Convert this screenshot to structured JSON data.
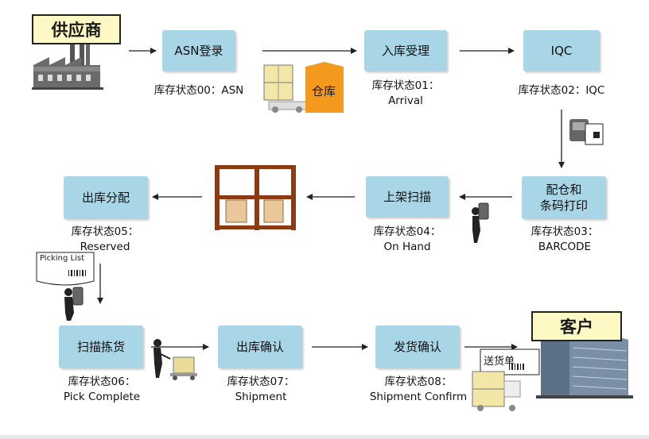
{
  "supplier": "供应商",
  "customer": "客户",
  "warehouse_label": "仓库",
  "picking_list": "Picking List",
  "delivery_note": "送货单",
  "steps": {
    "asn": {
      "label": "ASN登录",
      "status": "库存状态00：ASN"
    },
    "receipt": {
      "label": "入库受理",
      "status_1": "库存状态01：",
      "status_2": "Arrival"
    },
    "iqc": {
      "label": "IQC",
      "status": "库存状态02：IQC"
    },
    "barcode": {
      "label_1": "配仓和",
      "label_2": "条码打印",
      "status_1": "库存状态03：",
      "status_2": "BARCODE"
    },
    "putaway": {
      "label": "上架扫描",
      "status_1": "库存状态04：",
      "status_2": "On Hand"
    },
    "allocate": {
      "label": "出库分配",
      "status_1": "库存状态05：",
      "status_2": "Reserved"
    },
    "pick": {
      "label": "扫描拣货",
      "status_1": "库存状态06：",
      "status_2": "Pick Complete"
    },
    "outbound": {
      "label": "出库确认",
      "status_1": "库存状态07：",
      "status_2": "Shipment"
    },
    "ship": {
      "label": "发货确认",
      "status_1": "库存状态08：",
      "status_2": "Shipment Confirm"
    }
  },
  "colors": {
    "box": "#a9d6e6",
    "party": "#fdf8c4",
    "warehouse_arrow": "#f39a1e",
    "shelf": "#8b3a12",
    "crate": "#e9c79a"
  }
}
